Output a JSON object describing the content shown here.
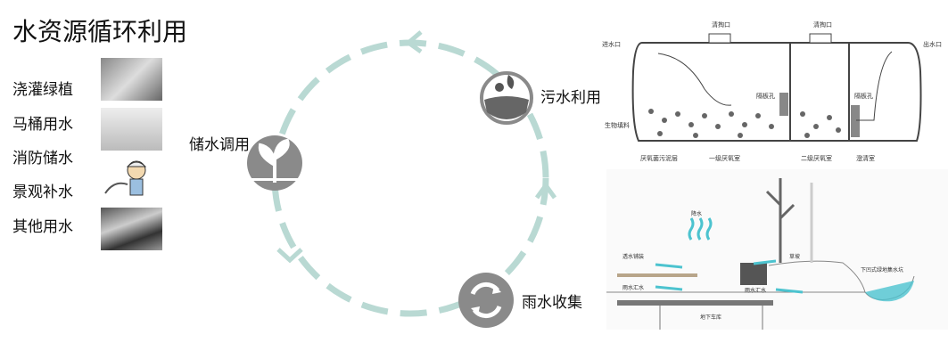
{
  "title": "水资源循环利用",
  "uses": [
    "浇灌绿植",
    "马桶用水",
    "消防储水",
    "景观补水",
    "其他用水"
  ],
  "cycle": {
    "storage": "储水调用",
    "sewage": "污水利用",
    "rain": "雨水收集"
  },
  "colors": {
    "cycle": "#b9d9d3",
    "icon": "#8a8a8a",
    "icon_dark": "#666666",
    "water": "#4cc3cf"
  },
  "septic": {
    "inlet": "进水口",
    "outlet": "出水口",
    "cleanout1": "清掏口",
    "cleanout2": "清掏口",
    "baffle1": "隔板孔",
    "baffle2": "隔板孔",
    "filler": "生物填料",
    "sludge": "厌氧菌污泥层",
    "chamber1": "一级厌氧室",
    "chamber2": "二级厌氧室",
    "clear": "澄清室"
  },
  "rain_diagram": {
    "rainfall": "降水",
    "pavement": "透水铺装",
    "collect1": "雨水汇水",
    "collect2": "雨水汇水",
    "grass": "草坡",
    "pit": "下凹式绿地集水坑",
    "garage": "地下车库"
  }
}
